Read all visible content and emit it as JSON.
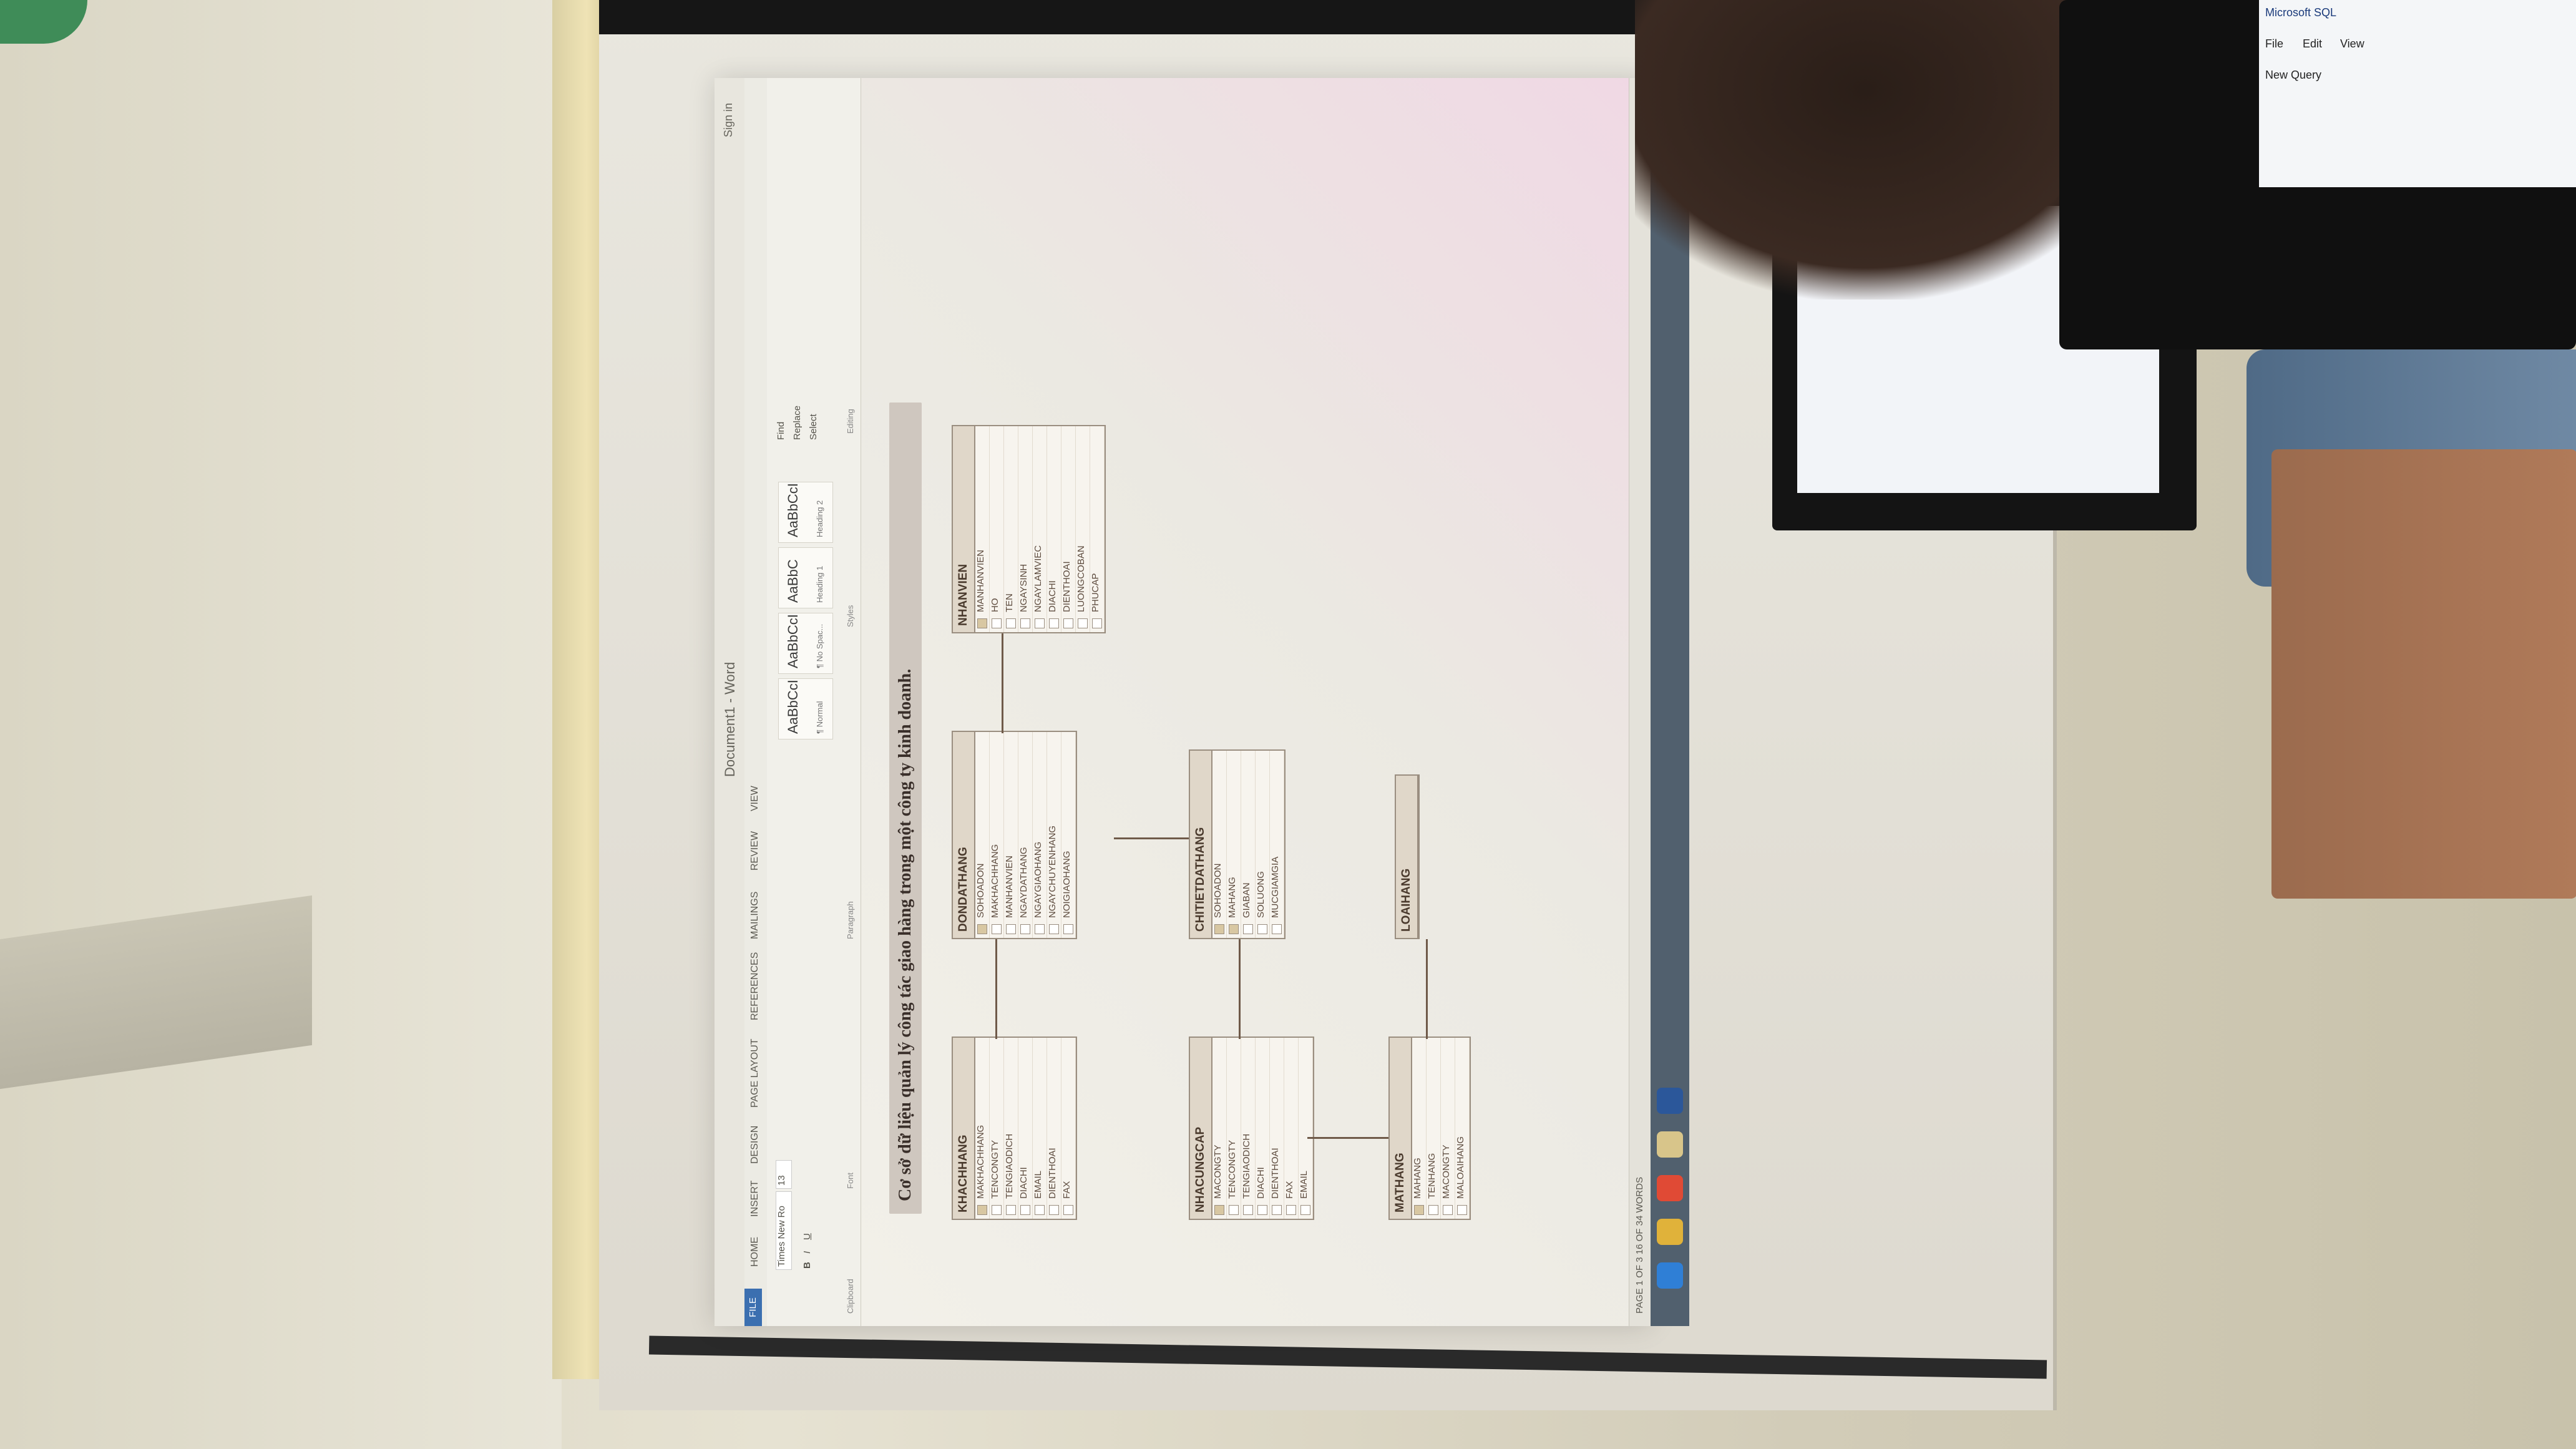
{
  "word": {
    "title": "Document1 - Word",
    "signin": "Sign in",
    "tabs": [
      "FILE",
      "HOME",
      "INSERT",
      "DESIGN",
      "PAGE LAYOUT",
      "REFERENCES",
      "MAILINGS",
      "REVIEW",
      "VIEW"
    ],
    "font": "Times New Ro",
    "font_size": "13",
    "styles": [
      {
        "sample": "AaBbCcI",
        "name": "¶ Normal"
      },
      {
        "sample": "AaBbCcI",
        "name": "¶ No Spac..."
      },
      {
        "sample": "AaBbC",
        "name": "Heading 1"
      },
      {
        "sample": "AaBbCcI",
        "name": "Heading 2"
      }
    ],
    "editing": [
      "Find",
      "Replace",
      "Select"
    ],
    "groups": [
      "Clipboard",
      "Font",
      "Paragraph",
      "Styles",
      "Editing"
    ],
    "heading": "Cơ sở dữ liệu quản lý công tác giao hàng trong một công ty kinh doanh.",
    "status": "PAGE 1 OF 3    16 OF 34 WORDS"
  },
  "tables": {
    "nhanvien": {
      "name": "NHANVIEN",
      "fields": [
        "MANHANVIEN",
        "HO",
        "TEN",
        "NGAYSINH",
        "NGAYLAMVIEC",
        "DIACHI",
        "DIENTHOAI",
        "LUONGCOBAN",
        "PHUCAP"
      ]
    },
    "dondathang": {
      "name": "DONDATHANG",
      "fields": [
        "SOHOADON",
        "MAKHACHHANG",
        "MANHANVIEN",
        "NGAYDATHANG",
        "NGAYGIAOHANG",
        "NGAYCHUYENHANG",
        "NOIGIAOHANG"
      ]
    },
    "chitietdathang": {
      "name": "CHITIETDATHANG",
      "fields": [
        "SOHOADON",
        "MAHANG",
        "GIABAN",
        "SOLUONG",
        "MUCGIAMGIA"
      ]
    },
    "khachhang": {
      "name": "KHACHHANG",
      "fields": [
        "MAKHACHHANG",
        "TENCONGTY",
        "TENGIAODICH",
        "DIACHI",
        "EMAIL",
        "DIENTHOAI",
        "FAX"
      ]
    },
    "nhacungcap": {
      "name": "NHACUNGCAP",
      "fields": [
        "MACONGTY",
        "TENCONGTY",
        "TENGIAODICH",
        "DIACHI",
        "DIENTHOAI",
        "FAX",
        "EMAIL"
      ]
    },
    "mathang": {
      "name": "MATHANG",
      "fields": [
        "MAHANG",
        "TENHANG",
        "MACONGTY",
        "MALOAIHANG"
      ]
    },
    "loaihang": {
      "name": "LOAIHANG",
      "fields": []
    }
  },
  "tablet": {
    "menu": [
      "File",
      "Edit",
      "View"
    ],
    "button": "New Query",
    "title": "Microsoft SQL"
  }
}
